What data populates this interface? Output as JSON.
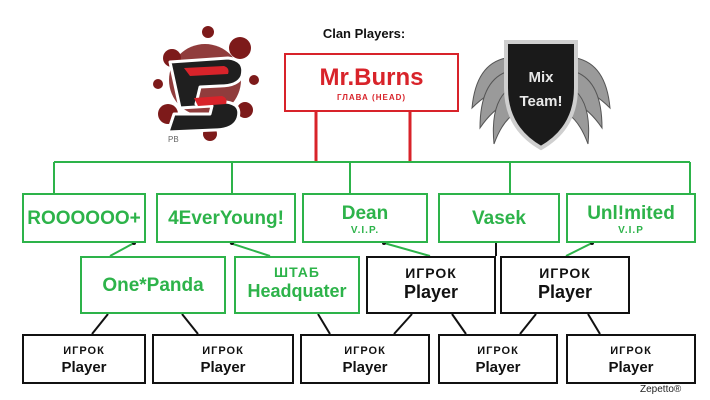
{
  "header": {
    "title": "Clan Players:"
  },
  "logos": {
    "left": {
      "icon": "pb-logo",
      "text": "PB"
    },
    "right": {
      "icon": "winged-shield-emblem",
      "text_line1": "Mix",
      "text_line2": "Team!"
    }
  },
  "leader": {
    "name": "Mr.Burns",
    "role": "ГЛАВА (HEAD)"
  },
  "row1": [
    {
      "name": "ROOOOOO+",
      "sub": ""
    },
    {
      "name": "4EverYoung!",
      "sub": ""
    },
    {
      "name": "Dean",
      "sub": "V.I.P."
    },
    {
      "name": "Vasek",
      "sub": ""
    },
    {
      "name": "Unl!mited",
      "sub": "V.I.P"
    }
  ],
  "row2": [
    {
      "line1": "One*Panda",
      "line2": ""
    },
    {
      "line1": "ШТАБ",
      "line2": "Headquater"
    },
    {
      "line1": "ИГРОК",
      "line2": "Player"
    },
    {
      "line1": "ИГРОК",
      "line2": "Player"
    }
  ],
  "row3": [
    {
      "line1": "ИГРОК",
      "line2": "Player"
    },
    {
      "line1": "ИГРОК",
      "line2": "Player"
    },
    {
      "line1": "ИГРОК",
      "line2": "Player"
    },
    {
      "line1": "ИГРОК",
      "line2": "Player"
    },
    {
      "line1": "ИГРОК",
      "line2": "Player"
    }
  ],
  "watermark": "Zepetto®",
  "colors": {
    "green": "#2db34a",
    "red": "#d8232a",
    "black": "#111111"
  }
}
